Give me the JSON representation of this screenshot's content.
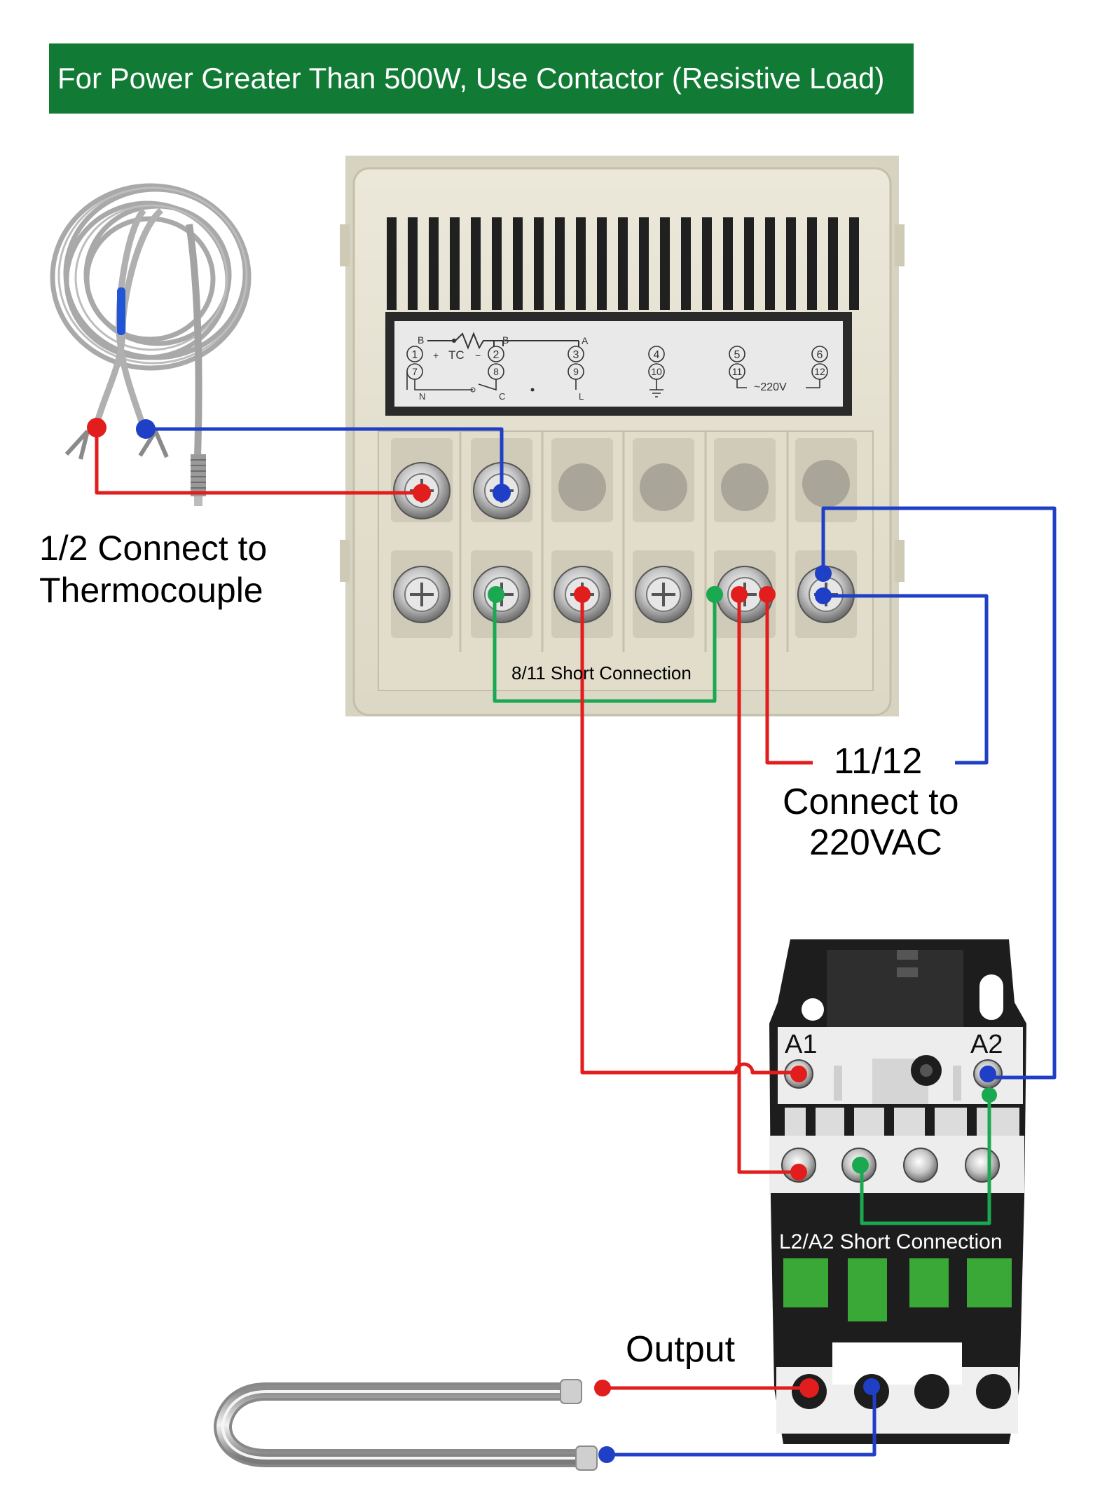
{
  "banner": {
    "text": "For Power Greater Than 500W, Use Contactor (Resistive Load)"
  },
  "labels": {
    "thermo_line1": "1/2 Connect to",
    "thermo_line2": "Thermocouple",
    "short_8_11": "8/11 Short Connection",
    "ac_line1": "11/12",
    "ac_line2": "Connect to",
    "ac_line3": "220VAC",
    "short_l2_a2": "L2/A2 Short Connection",
    "output": "Output"
  },
  "controller_panel": {
    "top_labels": [
      "B",
      "B",
      "A"
    ],
    "symbol_tc": "TC",
    "terminals_top": [
      "1",
      "2",
      "3",
      "4",
      "5",
      "6"
    ],
    "terminals_bottom": [
      "7",
      "8",
      "9",
      "10",
      "11",
      "12"
    ],
    "bottom_labels": [
      "N",
      "C",
      "L"
    ],
    "voltage": "~220V"
  },
  "contactor": {
    "coil_a1": "A1",
    "coil_a2": "A2"
  },
  "colors": {
    "banner": "#117a35",
    "wire_red": "#e11d1d",
    "wire_blue": "#1f3fc6",
    "wire_green": "#1aa850",
    "controller_body": "#e6e2d2",
    "contactor_body": "#1d1d1d"
  },
  "icons": [
    "thermocouple-probe-icon",
    "heating-element-icon",
    "spade-terminal-icon",
    "screw-terminal-icon"
  ]
}
